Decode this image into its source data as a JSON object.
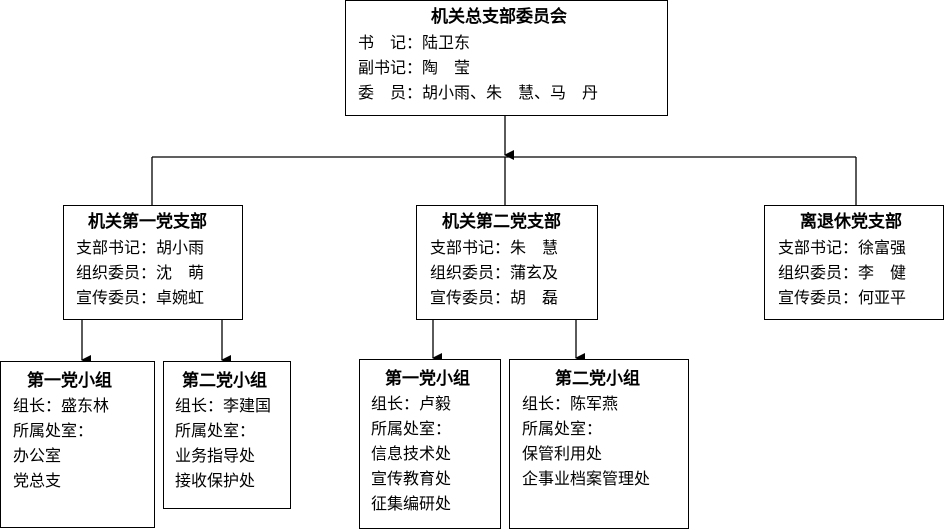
{
  "root": {
    "title": "机关总支部委员会",
    "lines": [
      "书　记：陆卫东",
      "副书记：陶　莹",
      "委　员：胡小雨、朱　慧、马　丹"
    ]
  },
  "branches": [
    {
      "title": "机关第一党支部",
      "lines": [
        "支部书记：胡小雨",
        "组织委员：沈　萌",
        "宣传委员：卓婉虹"
      ],
      "groups": [
        {
          "title": "第一党小组",
          "lines": [
            "组长：盛东林",
            "所属处室：",
            "办公室",
            "党总支"
          ]
        },
        {
          "title": "第二党小组",
          "lines": [
            "组长：李建国",
            "所属处室：",
            "业务指导处",
            "接收保护处"
          ]
        }
      ]
    },
    {
      "title": "机关第二党支部",
      "lines": [
        "支部书记：朱　慧",
        "组织委员：蒲玄及",
        "宣传委员：胡　磊"
      ],
      "groups": [
        {
          "title": "第一党小组",
          "lines": [
            "组长：卢毅",
            "所属处室：",
            "信息技术处",
            "宣传教育处",
            "征集编研处"
          ]
        },
        {
          "title": "第二党小组",
          "lines": [
            "组长：陈军燕",
            "所属处室：",
            "保管利用处",
            "企事业档案管理处"
          ]
        }
      ]
    },
    {
      "title": "离退休党支部",
      "lines": [
        "支部书记：徐富强",
        "组织委员：李　健",
        "宣传委员：何亚平"
      ],
      "groups": []
    }
  ]
}
